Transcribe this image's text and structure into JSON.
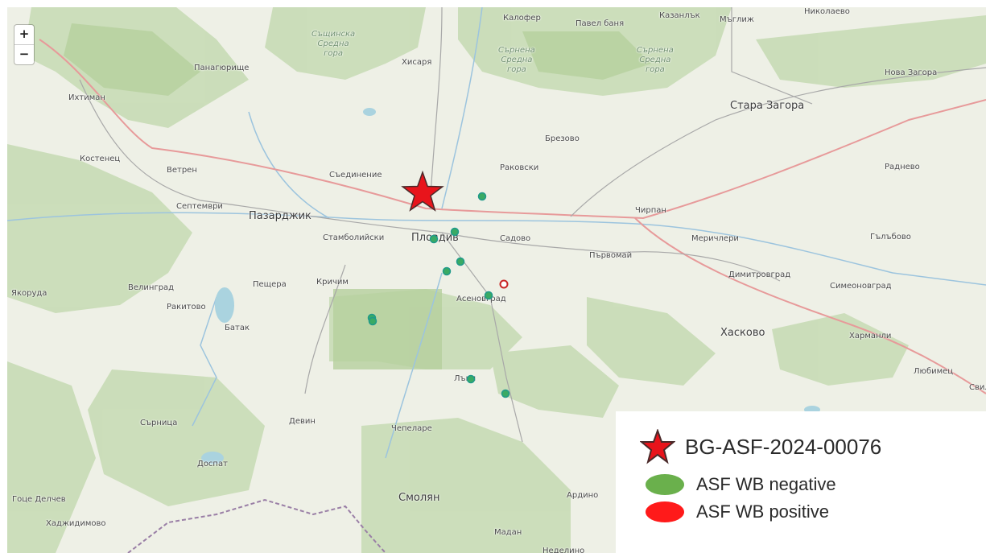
{
  "map": {
    "zoom_in_label": "+",
    "zoom_out_label": "−",
    "places": [
      {
        "id": "kalofer",
        "name": "Калофер"
      },
      {
        "id": "pavel_banya",
        "name": "Павел баня"
      },
      {
        "id": "kazanlak",
        "name": "Казанлък"
      },
      {
        "id": "maglizh",
        "name": "Мъглиж"
      },
      {
        "id": "nikolaevo",
        "name": "Николаево"
      },
      {
        "id": "panagyurishte",
        "name": "Панагюрище"
      },
      {
        "id": "hisarya",
        "name": "Хисаря"
      },
      {
        "id": "nova_zagora",
        "name": "Нова Загора"
      },
      {
        "id": "ihtiman",
        "name": "Ихтиман"
      },
      {
        "id": "stara_zagora",
        "name": "Стара Загора"
      },
      {
        "id": "brezovo",
        "name": "Брезово"
      },
      {
        "id": "kostenets",
        "name": "Костенец"
      },
      {
        "id": "vetren",
        "name": "Ветрен"
      },
      {
        "id": "saedinenie",
        "name": "Съединение"
      },
      {
        "id": "rakovski",
        "name": "Раковски"
      },
      {
        "id": "radnevo",
        "name": "Раднево"
      },
      {
        "id": "septemvri",
        "name": "Септември"
      },
      {
        "id": "pazardzhik",
        "name": "Пазарджик"
      },
      {
        "id": "chirpan",
        "name": "Чирпан"
      },
      {
        "id": "stamboliyski",
        "name": "Стамболийски"
      },
      {
        "id": "plovdiv",
        "name": "Пловдив"
      },
      {
        "id": "sadovo",
        "name": "Садово"
      },
      {
        "id": "merichleri",
        "name": "Меричлери"
      },
      {
        "id": "galabovo",
        "name": "Гълъбово"
      },
      {
        "id": "parvomay",
        "name": "Първомай"
      },
      {
        "id": "dimitrovgrad",
        "name": "Димитровград"
      },
      {
        "id": "yakoruda",
        "name": "Якоруда"
      },
      {
        "id": "velingrad",
        "name": "Велинград"
      },
      {
        "id": "peshtera",
        "name": "Пещера"
      },
      {
        "id": "krichim",
        "name": "Кричим"
      },
      {
        "id": "simeonovgrad",
        "name": "Симеоновград"
      },
      {
        "id": "asenovgrad",
        "name": "Асеновград"
      },
      {
        "id": "rakitovo",
        "name": "Ракитово"
      },
      {
        "id": "batak",
        "name": "Батак"
      },
      {
        "id": "haskovo",
        "name": "Хасково"
      },
      {
        "id": "harmanli",
        "name": "Харманли"
      },
      {
        "id": "lyubimets",
        "name": "Любимец"
      },
      {
        "id": "laki",
        "name": "Лъки"
      },
      {
        "id": "sarnitsa",
        "name": "Сърница"
      },
      {
        "id": "devin",
        "name": "Девин"
      },
      {
        "id": "chepelare",
        "name": "Чепеларе"
      },
      {
        "id": "svilengrad",
        "name": "Свиле"
      },
      {
        "id": "dospat",
        "name": "Доспат"
      },
      {
        "id": "smolyan",
        "name": "Смолян"
      },
      {
        "id": "ardino",
        "name": "Ардино"
      },
      {
        "id": "gotse_delchev",
        "name": "Гоце Делчев"
      },
      {
        "id": "hadzhidimovo",
        "name": "Хаджидимово"
      },
      {
        "id": "madan",
        "name": "Мадан"
      },
      {
        "id": "zlatograd",
        "name": "Неделино"
      }
    ],
    "forests": [
      {
        "id": "f1",
        "name": "Същинска\nСредна\nгора"
      },
      {
        "id": "f2",
        "name": "Сърнена\nСредна\nгора"
      },
      {
        "id": "f3",
        "name": "Сърнена\nСредна\nгора"
      }
    ]
  },
  "markers": {
    "outbreak": {
      "label": "BG-ASF-2024-00076",
      "color": "#e8141b",
      "stroke": "#4a2a2a"
    },
    "negative": {
      "color": "#3aaa64",
      "ring": "#1f9a8a",
      "count": 10
    },
    "positive": {
      "color": "#e84a4a",
      "ring": "#c92525",
      "count": 1
    }
  },
  "legend": {
    "outbreak_label": "BG-ASF-2024-00076",
    "negative_label": "ASF WB negative",
    "positive_label": "ASF WB positive",
    "negative_color": "#6ab04c",
    "positive_color": "#ff1a1a"
  }
}
